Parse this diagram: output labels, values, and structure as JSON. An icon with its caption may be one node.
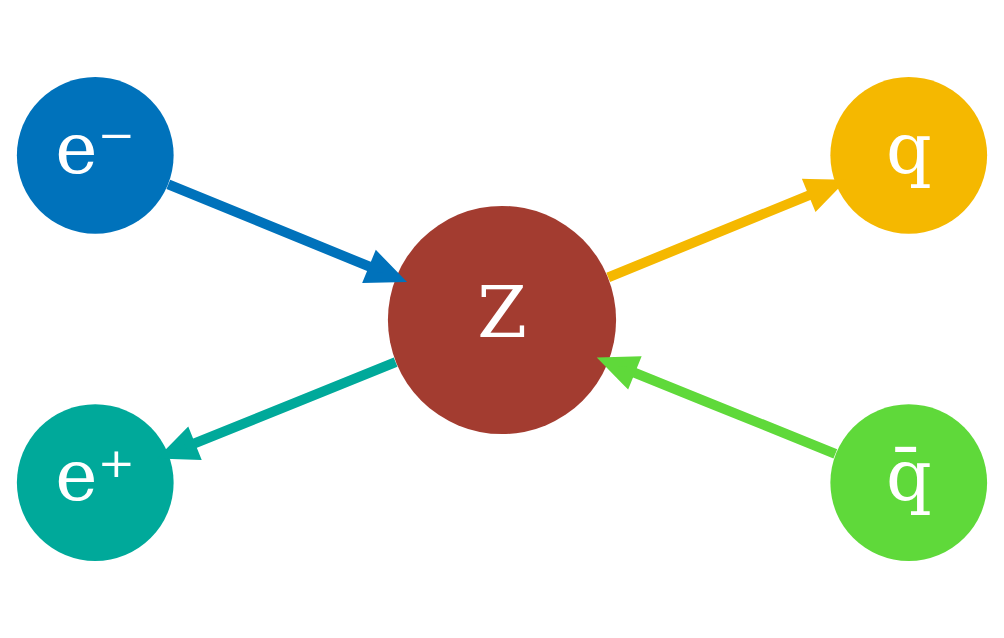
{
  "diagram": {
    "nodes": [
      {
        "text": [
          "e⁻"
        ]
      },
      {
        "text": [
          "q"
        ]
      },
      {
        "text": [
          "Z"
        ]
      },
      {
        "text": [
          "e⁺"
        ]
      },
      {
        "text": [
          "q̄"
        ]
      }
    ],
    "edges": [
      {
        "from": 0,
        "to": 2,
        "arrow": "to",
        "color": "#0072bb"
      },
      {
        "from": 2,
        "to": 1,
        "arrow": "to",
        "color": "#f5b800"
      },
      {
        "from": 2,
        "to": 3,
        "arrow": "to",
        "color": "#00a99a"
      },
      {
        "from": 4,
        "to": 2,
        "arrow": "to",
        "color": "#5fd93a"
      }
    ]
  }
}
